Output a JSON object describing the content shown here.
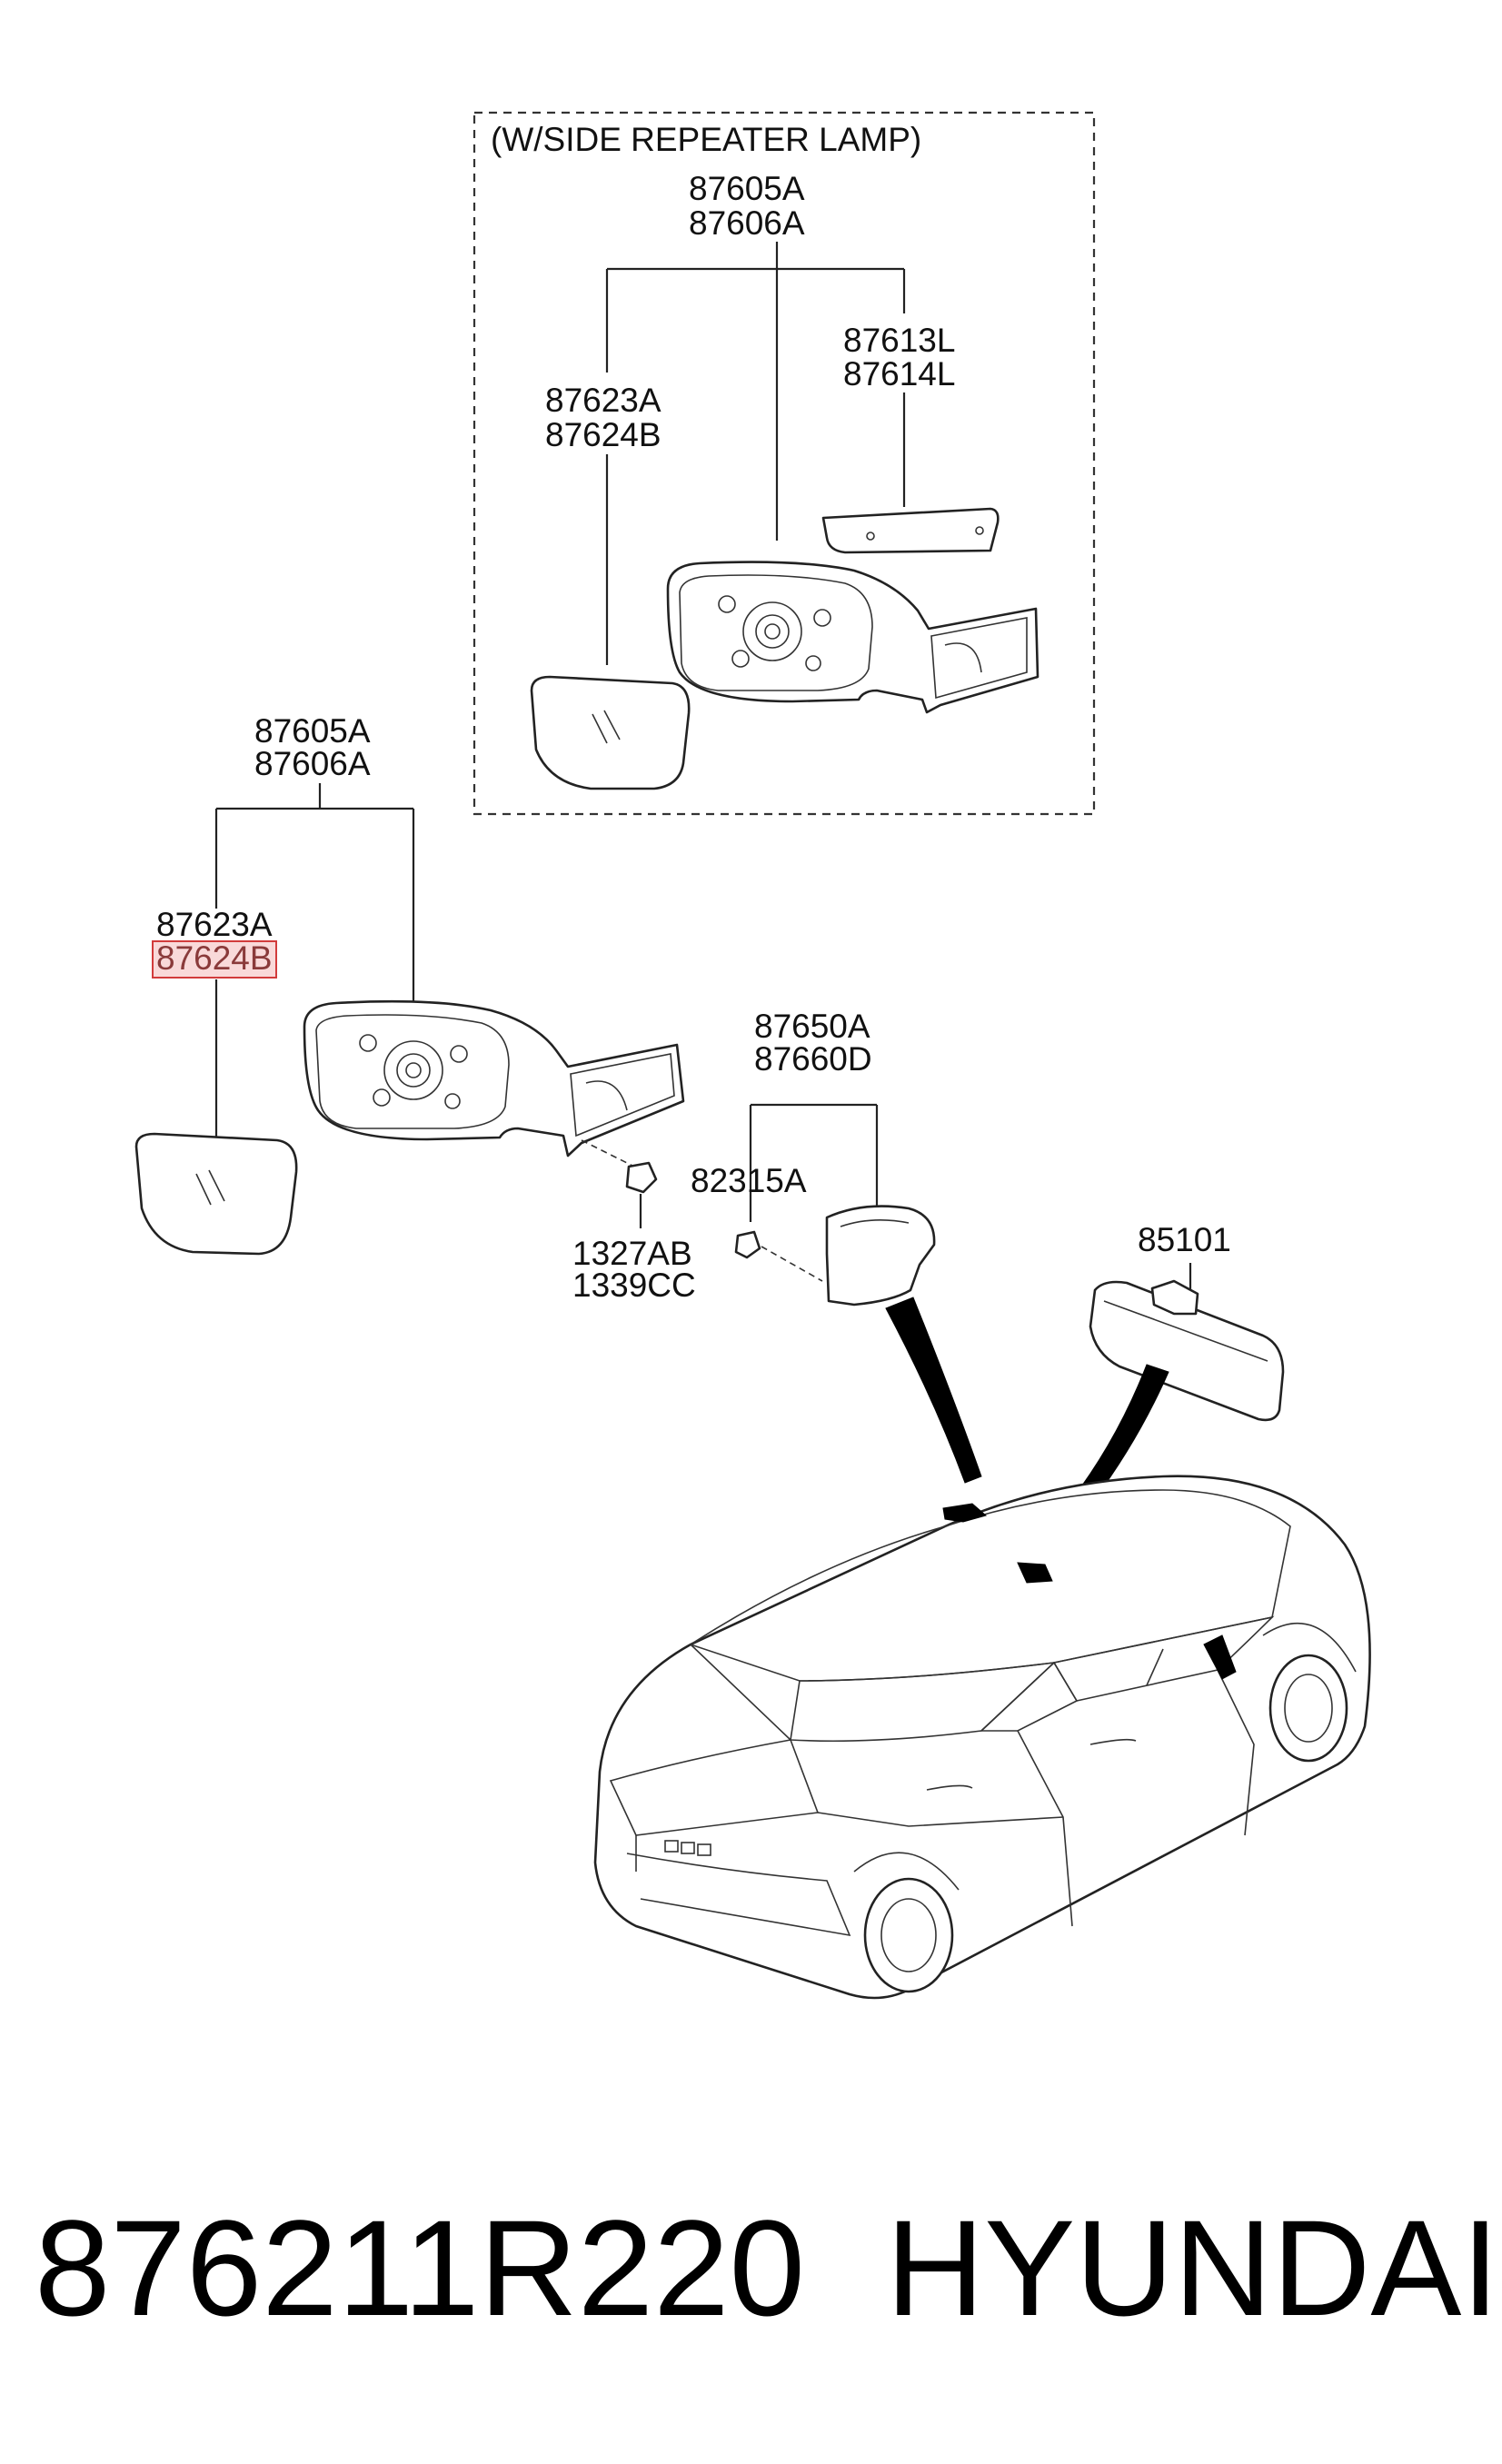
{
  "diagram": {
    "inset_title": "(W/SIDE REPEATER LAMP)",
    "inset": {
      "mirror_assy": [
        "87605A",
        "87606A"
      ],
      "glass": [
        "87623A",
        "87624B"
      ],
      "repeater_lamp": [
        "87613L",
        "87614L"
      ]
    },
    "main": {
      "mirror_assy": [
        "87605A",
        "87606A"
      ],
      "glass": [
        "87623A",
        "87624B"
      ],
      "highlighted_part": "87624B",
      "nut": [
        "1327AB",
        "1339CC"
      ],
      "cover_assy": [
        "87650A",
        "87660D"
      ],
      "clip": "82315A",
      "inside_mirror": "85101"
    }
  },
  "footer": {
    "part_number": "876211R220",
    "brand": "HYUNDAI"
  },
  "colors": {
    "highlight_fill": "#f9d9d9",
    "highlight_stroke": "#d23b3b",
    "ink": "#111111"
  }
}
